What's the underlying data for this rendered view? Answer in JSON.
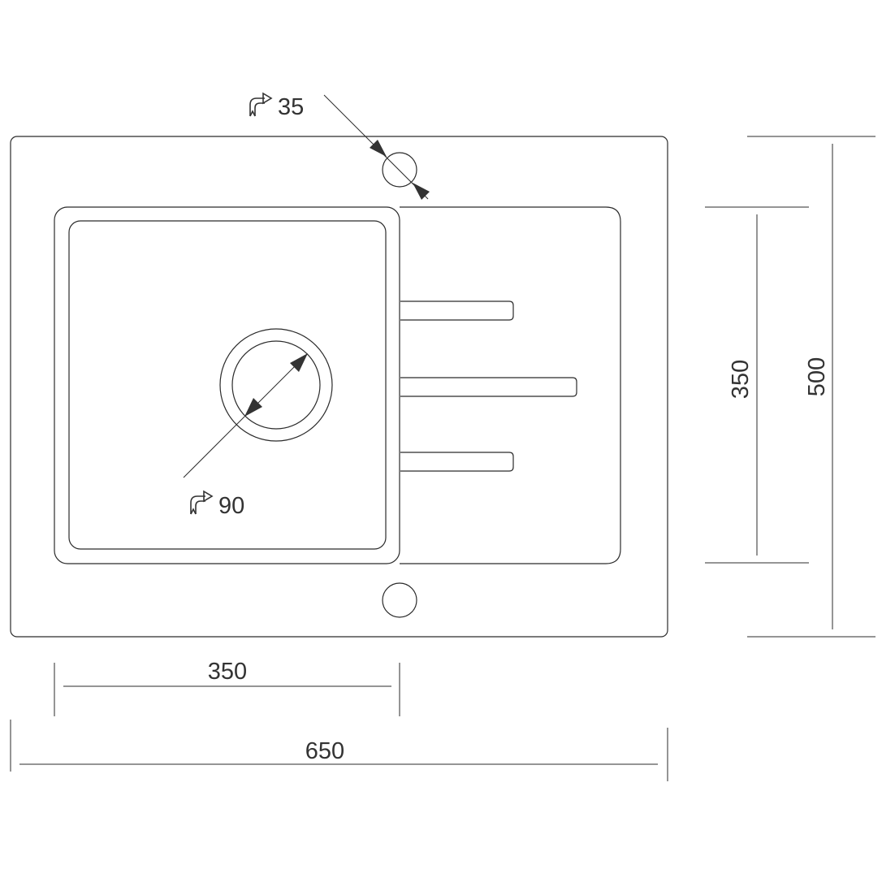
{
  "drawing": {
    "tap_hole_diameter": "35",
    "drain_diameter": "90",
    "bowl_width": "350",
    "total_width": "650",
    "bowl_height": "350",
    "total_height": "500"
  },
  "icons": {
    "diameter_symbol": "diameter-arrow-icon"
  },
  "colors": {
    "line": "#2b2b2b",
    "text": "#333333",
    "background": "#ffffff"
  }
}
